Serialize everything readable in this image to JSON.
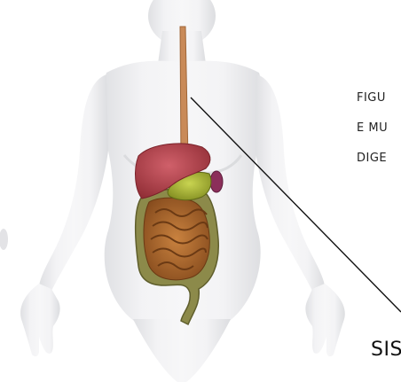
{
  "caption_lines": [
    "FIGU",
    "E MU",
    "DIGE"
  ],
  "title": "SIS",
  "colors": {
    "body_skin": "#f1f1f3",
    "body_shadow": "#dadbde",
    "esophagus": "#c98a58",
    "liver": "#b5424a",
    "stomach": "#a8b532",
    "spleen": "#8b2f5a",
    "small_intestine": "#b36a2d",
    "large_intestine": "#8c8a4a",
    "pointer_line": "#111111"
  }
}
